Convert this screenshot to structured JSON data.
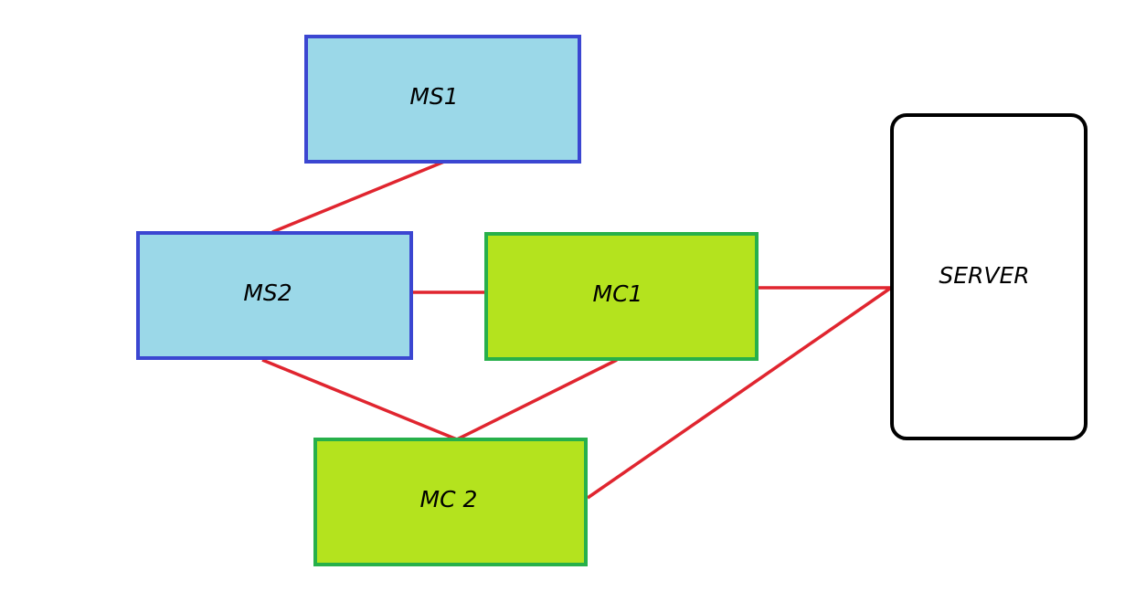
{
  "diagram": {
    "nodes": {
      "ms1": {
        "label": "MS1",
        "fill": "#9bd8e8",
        "stroke": "#3b46d1"
      },
      "ms2": {
        "label": "MS2",
        "fill": "#9bd8e8",
        "stroke": "#3b46d1"
      },
      "mc1": {
        "label": "MC1",
        "fill": "#b4e31e",
        "stroke": "#27b04a"
      },
      "mc2": {
        "label": "MC 2",
        "fill": "#b4e31e",
        "stroke": "#27b04a"
      },
      "server": {
        "label": "SERVER",
        "fill": "#ffffff",
        "stroke": "#000000"
      }
    },
    "edges": [
      {
        "from": "ms1",
        "to": "ms2"
      },
      {
        "from": "ms2",
        "to": "mc1"
      },
      {
        "from": "ms2",
        "to": "mc2"
      },
      {
        "from": "mc1",
        "to": "mc2"
      },
      {
        "from": "mc1",
        "to": "server"
      },
      {
        "from": "mc2",
        "to": "server"
      }
    ],
    "edge_color": "#e0252f"
  }
}
